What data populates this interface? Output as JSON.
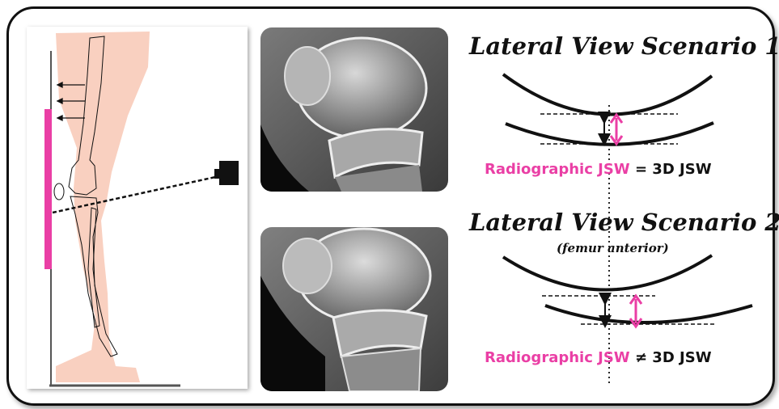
{
  "scenario1": {
    "title": "Lateral View Scenario 1",
    "label_part1": "Radiographic JSW",
    "label_part2": "= 3D JSW"
  },
  "scenario2": {
    "title": "Lateral View Scenario 2",
    "subtitle": "(femur anterior)",
    "label_part1": "Radiographic JSW",
    "label_part2": "≠ 3D JSW"
  },
  "colors": {
    "highlight": "#ea3fa5",
    "skin": "#f9d0c0",
    "outline": "#111111"
  }
}
